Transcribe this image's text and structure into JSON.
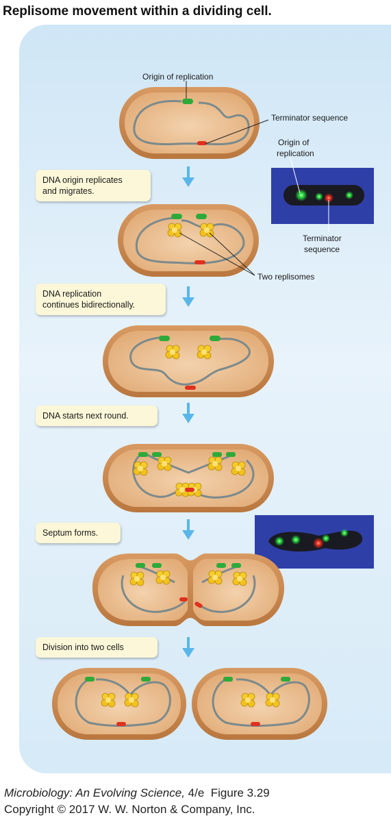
{
  "title": "Replisome movement within a dividing cell.",
  "labels": {
    "origin": "Origin of replication",
    "terminator": "Terminator sequence",
    "micro_origin": "Origin of\nreplication",
    "micro_terminator": "Terminator\nsequence",
    "replisomes": "Two replisomes"
  },
  "steps": [
    "DNA origin replicates\nand migrates.",
    "DNA replication\ncontinues bidirectionally.",
    "DNA starts next round.",
    "Septum forms.",
    "Division into two cells"
  ],
  "footer": {
    "book": "Microbiology: An Evolving Science,",
    "edition": " 4/e  Figure 3.29",
    "copyright": "Copyright © 2017 W. W. Norton & Company, Inc."
  },
  "colors": {
    "cell_outer": "#c98a55",
    "cell_inner": "#e8b887",
    "dna": "#7b8a8c",
    "origin": "#2eaa3a",
    "terminator": "#e0301e",
    "replisome": "#f2c21c",
    "arrow": "#5ab6e8",
    "micrograph_bg": "#2f3fa8"
  }
}
